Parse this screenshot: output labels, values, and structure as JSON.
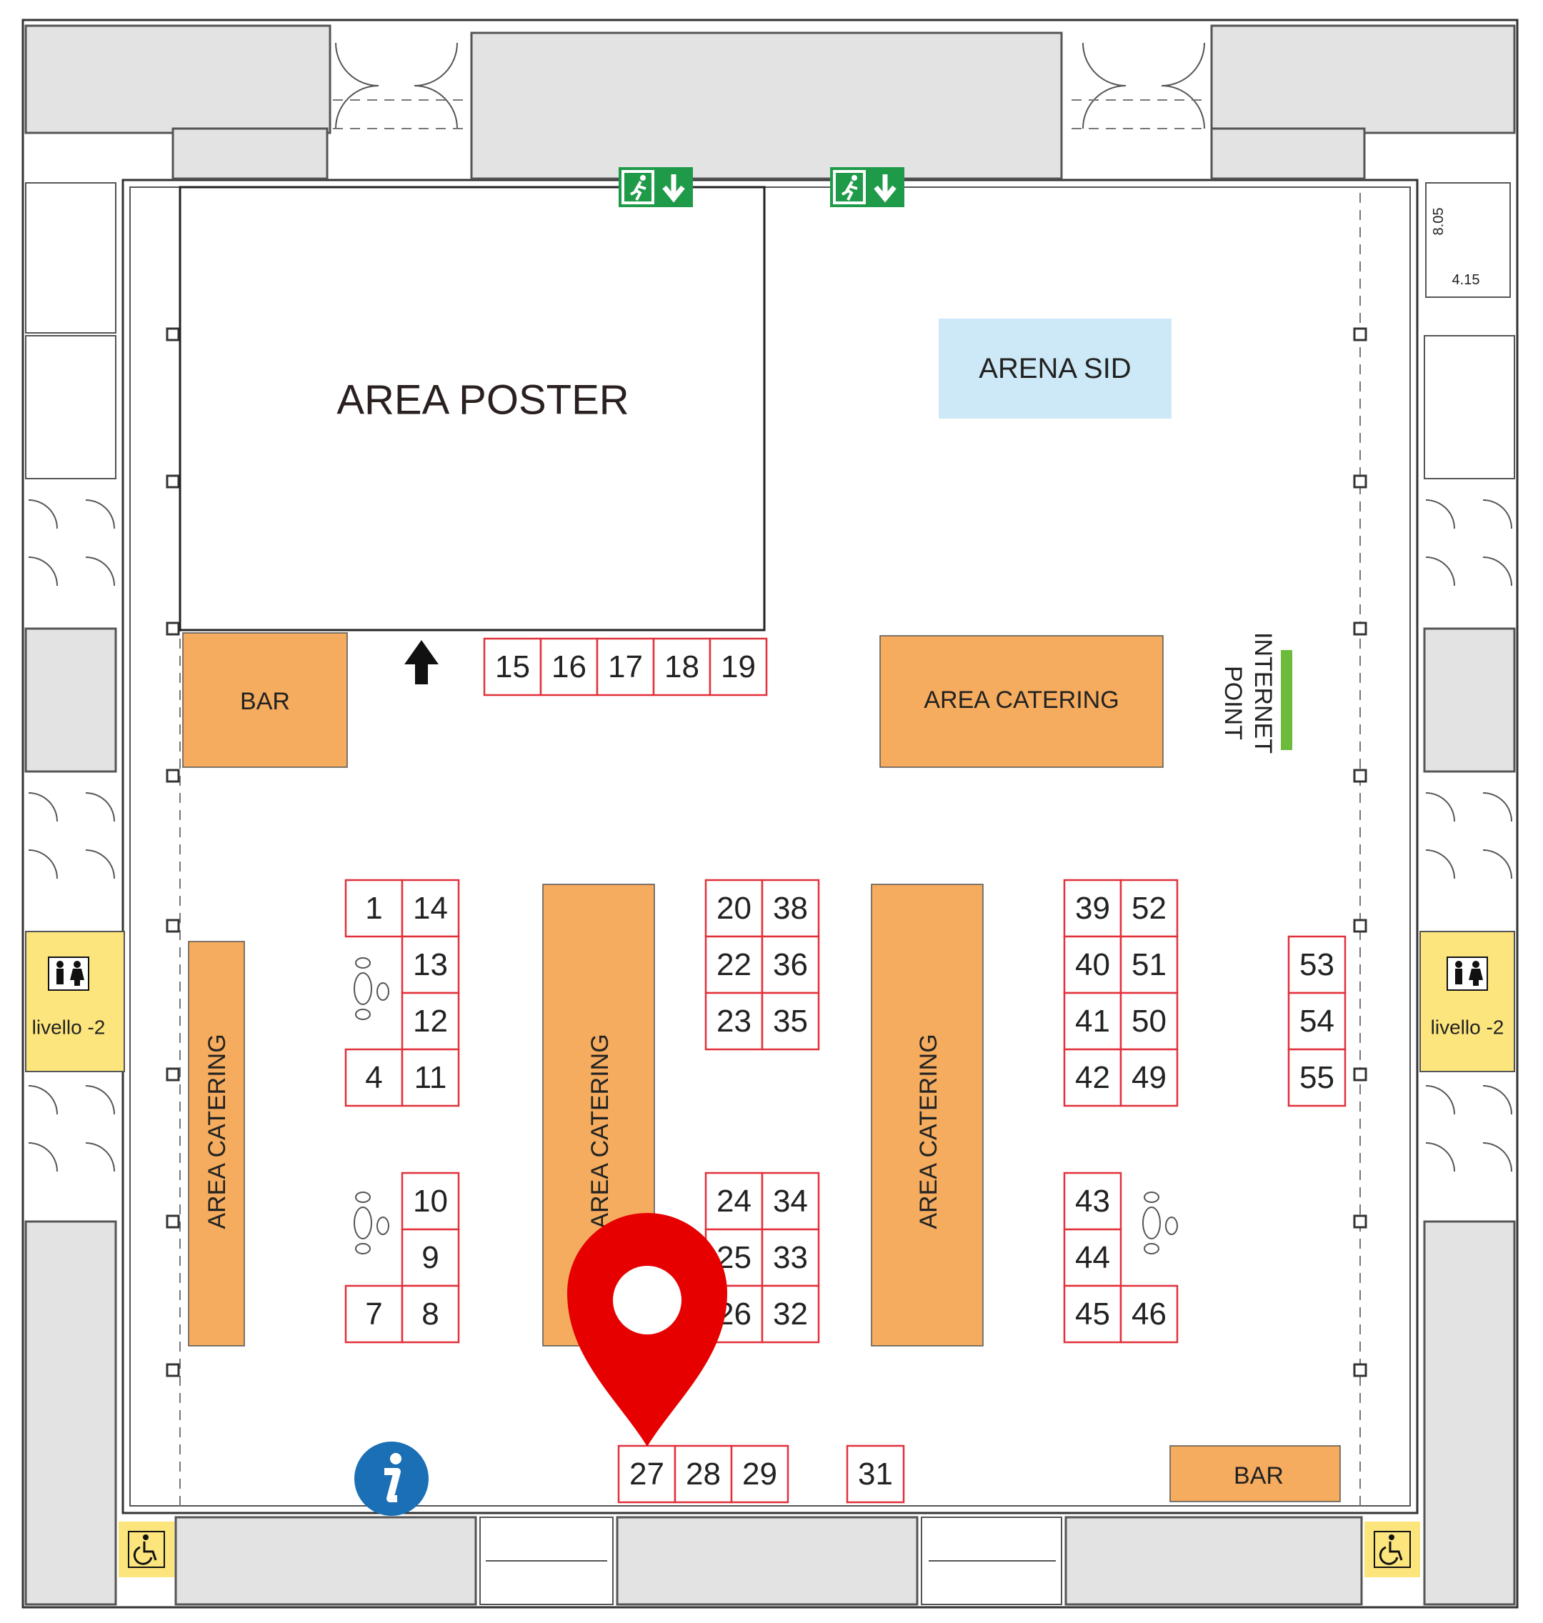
{
  "areas": {
    "poster": "AREA POSTER",
    "arena": "ARENA SID",
    "bar": "BAR",
    "catering": "AREA CATERING",
    "internet_line1": "INTERNET",
    "internet_line2": "POINT",
    "restroom_level": "livello -2"
  },
  "dimensions": {
    "vertical": "8.05",
    "horizontal": "4.15"
  },
  "booths": [
    "1",
    "4",
    "7",
    "8",
    "9",
    "10",
    "11",
    "12",
    "13",
    "14",
    "15",
    "16",
    "17",
    "18",
    "19",
    "20",
    "22",
    "23",
    "24",
    "25",
    "26",
    "27",
    "28",
    "29",
    "31",
    "32",
    "33",
    "34",
    "35",
    "36",
    "38",
    "39",
    "40",
    "41",
    "42",
    "43",
    "44",
    "45",
    "46",
    "49",
    "50",
    "51",
    "52",
    "53",
    "54",
    "55"
  ],
  "icons": [
    "emergency-exit-icon",
    "arrow-down-icon",
    "arrow-up-icon",
    "restroom-icon",
    "wheelchair-icon",
    "info-icon",
    "location-pin-icon",
    "footprints-icon"
  ],
  "colors": {
    "booth_border": "#e2303a",
    "catering_fill": "#f5ac5e",
    "arena_fill": "#cde8f6",
    "restroom_fill": "#fbe57c",
    "exit_green": "#1f9a48",
    "info_blue": "#1a6fb5",
    "pin_red": "#e60000",
    "internet_green": "#6dbb3c"
  }
}
